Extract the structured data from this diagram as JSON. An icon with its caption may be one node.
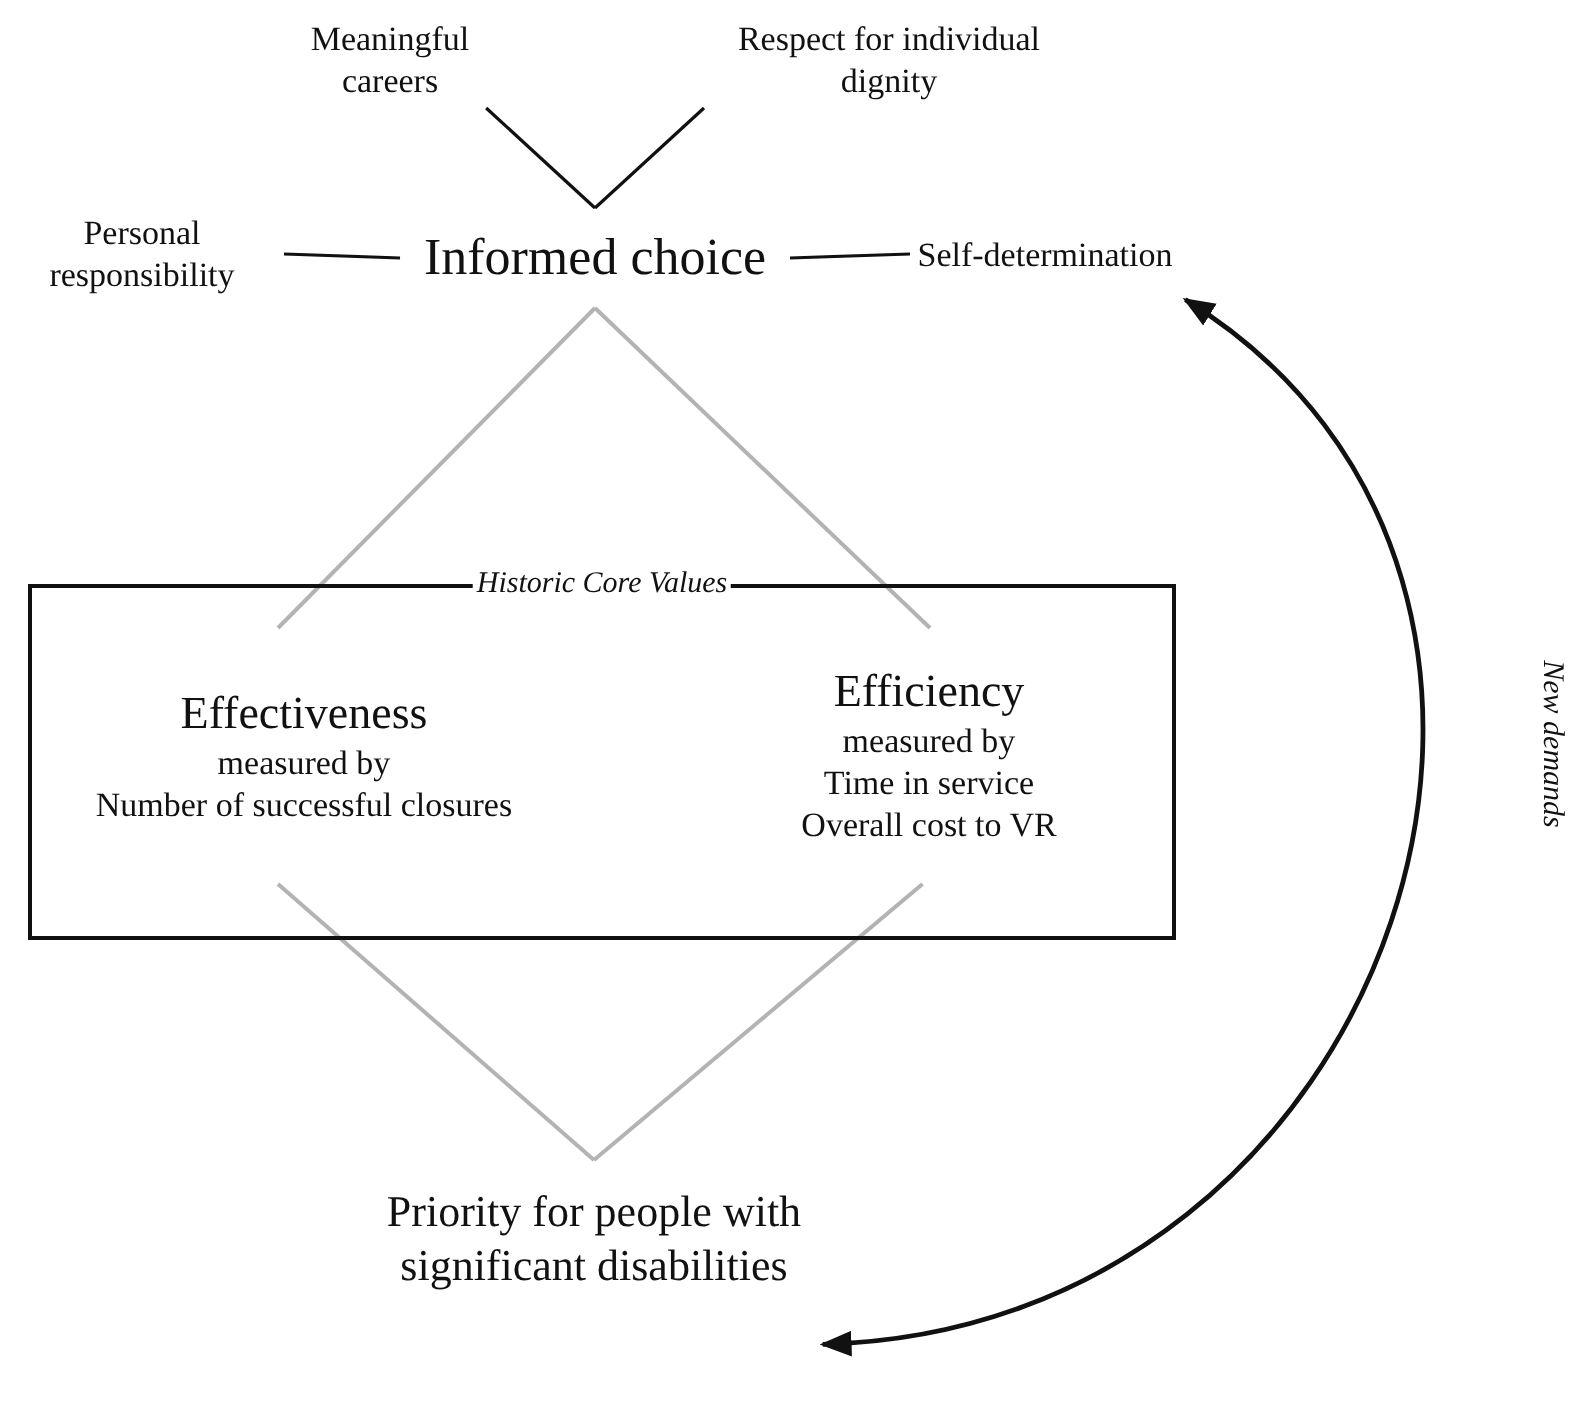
{
  "diagram": {
    "nodes": [
      {
        "text": [
          "Meaningful careers"
        ]
      },
      {
        "text": [
          "Respect for individual dignity"
        ]
      },
      {
        "text": [
          "Personal responsibility"
        ]
      },
      {
        "text": [
          "Informed choice"
        ]
      },
      {
        "text": [
          "Self-determination"
        ]
      },
      {
        "text": [
          "Historic Core Values"
        ]
      },
      {
        "text": [
          "Effectiveness",
          "measured by",
          "Number of successful closures"
        ],
        "in": 5
      },
      {
        "text": [
          "Efficiency",
          "measured by",
          "Time in service",
          "Overall cost to VR"
        ],
        "in": 5
      },
      {
        "text": [
          "Priority for people with significant disabilities"
        ]
      }
    ],
    "edges": [
      {
        "from": 0,
        "to": 3,
        "arrow": "none"
      },
      {
        "from": 1,
        "to": 3,
        "arrow": "none"
      },
      {
        "from": 2,
        "to": 3,
        "arrow": "none"
      },
      {
        "from": 3,
        "to": 4,
        "arrow": "none"
      },
      {
        "from": 3,
        "to": 6,
        "arrow": "none",
        "color": "#b3b3b3"
      },
      {
        "from": 3,
        "to": 7,
        "arrow": "none",
        "color": "#b3b3b3"
      },
      {
        "from": 6,
        "to": 8,
        "arrow": "none",
        "color": "#b3b3b3"
      },
      {
        "from": 7,
        "to": 8,
        "arrow": "none",
        "color": "#b3b3b3"
      },
      {
        "from": 8,
        "to": 4,
        "arrow": "both",
        "label": "New demands"
      }
    ]
  }
}
